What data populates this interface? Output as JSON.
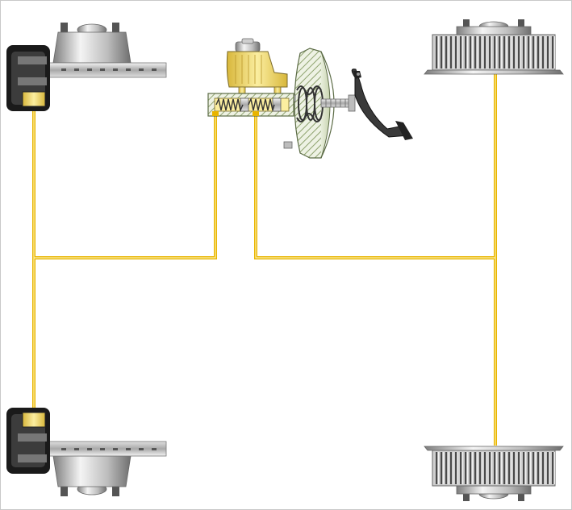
{
  "diagram": {
    "title": "",
    "labels": [],
    "components": [
      {
        "id": "front-left-disc-brake",
        "icon": "disc-brake-caliper"
      },
      {
        "id": "rear-left-disc-brake",
        "icon": "disc-brake-caliper"
      },
      {
        "id": "master-cylinder",
        "icon": "master-cylinder-with-reservoir"
      },
      {
        "id": "brake-booster",
        "icon": "vacuum-booster"
      },
      {
        "id": "brake-pedal",
        "icon": "pedal"
      },
      {
        "id": "front-right-drum-brake",
        "icon": "drum-brake"
      },
      {
        "id": "rear-right-drum-brake",
        "icon": "drum-brake"
      }
    ],
    "colors": {
      "brake_line": "#e8b400",
      "brake_line_core": "#fff1a8",
      "fluid": "#f3dc7a",
      "metal_dark": "#1a1a1a",
      "metal_mid": "#9a9a9a",
      "metal_light": "#e6e6e6",
      "hatch": "#8fa36f",
      "border": "#c8c8c8"
    }
  }
}
